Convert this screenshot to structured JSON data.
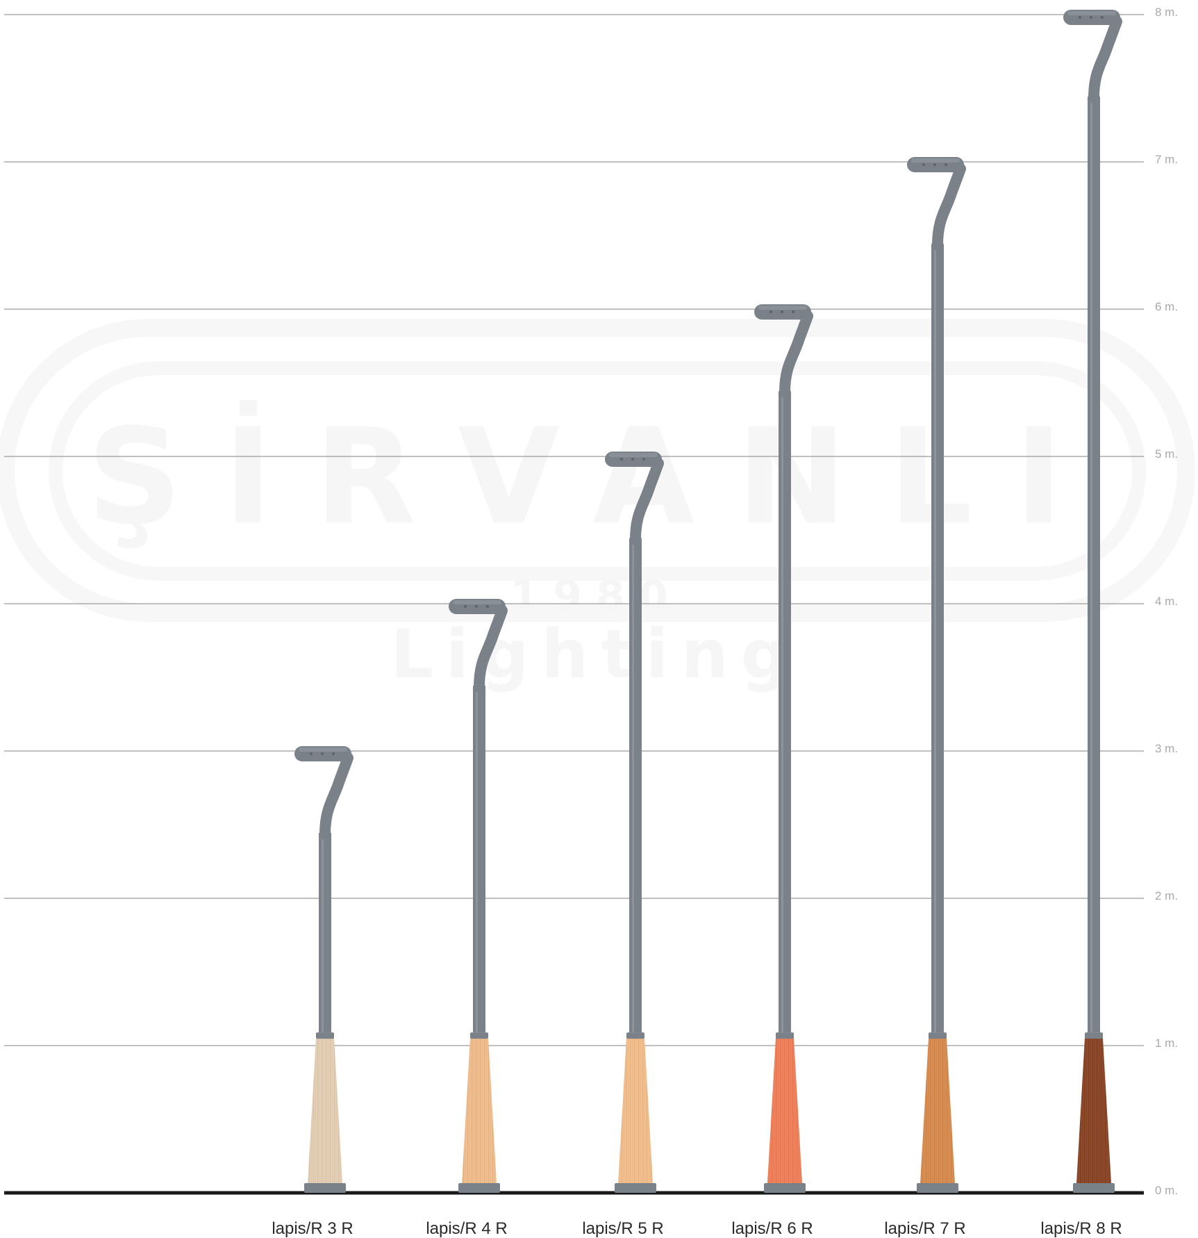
{
  "watermark": {
    "brand": "ŞİRVANLI",
    "year": "1980",
    "sub": "Lighting"
  },
  "scale": {
    "unit_labels": [
      "0 m.",
      "1 m.",
      "2 m.",
      "3 m.",
      "4 m.",
      "5 m.",
      "6 m.",
      "7 m.",
      "8 m."
    ]
  },
  "poles": [
    {
      "label": "lapis/R 3 R",
      "height_m": 3,
      "base_color": "#e3cfb6",
      "base_grain": "#cdb59a"
    },
    {
      "label": "lapis/R 4 R",
      "height_m": 4,
      "base_color": "#f0bf8f",
      "base_grain": "#dca474"
    },
    {
      "label": "lapis/R 5 R",
      "height_m": 5,
      "base_color": "#f2bf8f",
      "base_grain": "#dfa372"
    },
    {
      "label": "lapis/R 6 R",
      "height_m": 6,
      "base_color": "#f0825e",
      "base_grain": "#d86a48"
    },
    {
      "label": "lapis/R 7 R",
      "height_m": 7,
      "base_color": "#d98f53",
      "base_grain": "#bd743c"
    },
    {
      "label": "lapis/R 8 R",
      "height_m": 8,
      "base_color": "#8e4a2b",
      "base_grain": "#6e3418"
    }
  ],
  "colors": {
    "pole": "#7b8189",
    "pole_highlight": "#9aa0a7",
    "grid": "#9a9a9a",
    "ground": "#1a1a1a"
  }
}
